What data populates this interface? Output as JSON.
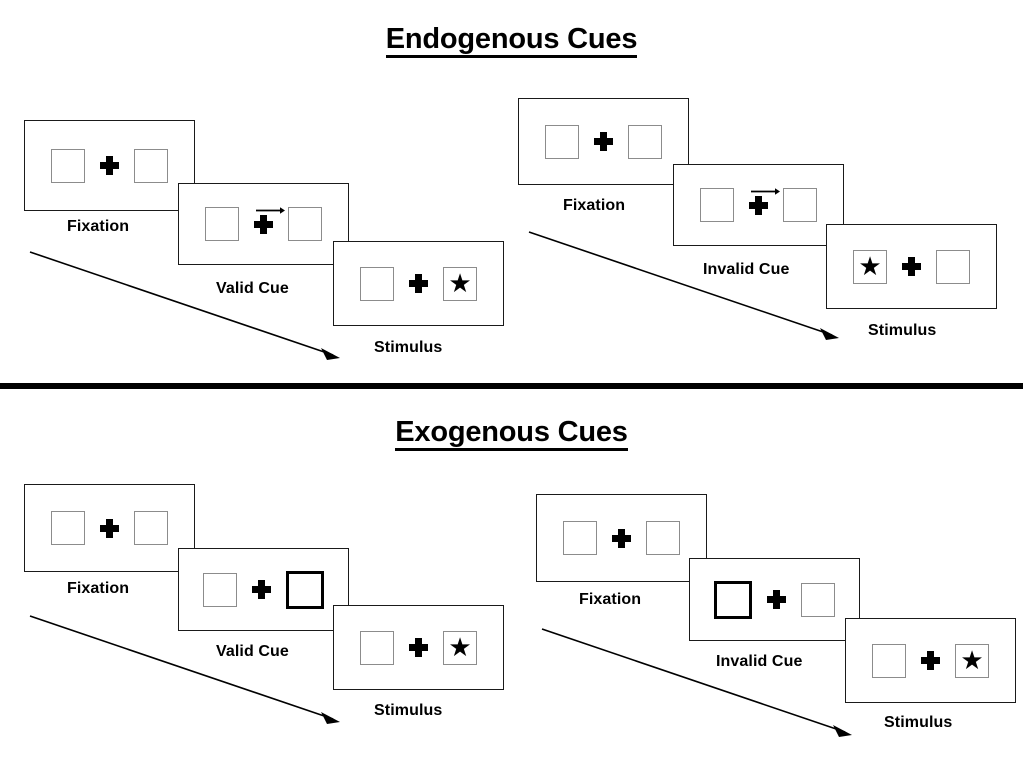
{
  "figure": {
    "background_color": "#ffffff",
    "ink_color": "#000000",
    "box_border_color": "#8c8c8c",
    "cue_highlight_color": "#000000"
  },
  "sections": [
    {
      "id": "endogenous",
      "title": "Endogenous Cues",
      "conditions": [
        {
          "id": "endogenous-valid",
          "frames": [
            {
              "caption": "Fixation",
              "left_box": "empty",
              "right_box": "empty",
              "cue": "none"
            },
            {
              "caption": "Valid Cue",
              "left_box": "empty",
              "right_box": "empty",
              "cue": "arrow-right"
            },
            {
              "caption": "Stimulus",
              "left_box": "empty",
              "right_box": "star",
              "cue": "none"
            }
          ]
        },
        {
          "id": "endogenous-invalid",
          "frames": [
            {
              "caption": "Fixation",
              "left_box": "empty",
              "right_box": "empty",
              "cue": "none"
            },
            {
              "caption": "Invalid Cue",
              "left_box": "empty",
              "right_box": "empty",
              "cue": "arrow-right"
            },
            {
              "caption": "Stimulus",
              "left_box": "star",
              "right_box": "empty",
              "cue": "none"
            }
          ]
        }
      ]
    },
    {
      "id": "exogenous",
      "title": "Exogenous Cues",
      "conditions": [
        {
          "id": "exogenous-valid",
          "frames": [
            {
              "caption": "Fixation",
              "left_box": "empty",
              "right_box": "empty",
              "cue": "none"
            },
            {
              "caption": "Valid Cue",
              "left_box": "empty",
              "right_box": "highlight",
              "cue": "none"
            },
            {
              "caption": "Stimulus",
              "left_box": "empty",
              "right_box": "star",
              "cue": "none"
            }
          ]
        },
        {
          "id": "exogenous-invalid",
          "frames": [
            {
              "caption": "Fixation",
              "left_box": "empty",
              "right_box": "empty",
              "cue": "none"
            },
            {
              "caption": "Invalid Cue",
              "left_box": "highlight",
              "right_box": "empty",
              "cue": "none"
            },
            {
              "caption": "Stimulus",
              "left_box": "empty",
              "right_box": "star",
              "cue": "none"
            }
          ]
        }
      ]
    }
  ],
  "glyphs": {
    "star": "★",
    "arrow_cue": "arrow-right-icon",
    "fixation_cross": "plus-cross-icon",
    "time_arrow": "time-flow-arrow-icon"
  },
  "captions": {
    "fixation": "Fixation",
    "valid_cue": "Valid Cue",
    "invalid_cue": "Invalid Cue",
    "stimulus": "Stimulus"
  }
}
